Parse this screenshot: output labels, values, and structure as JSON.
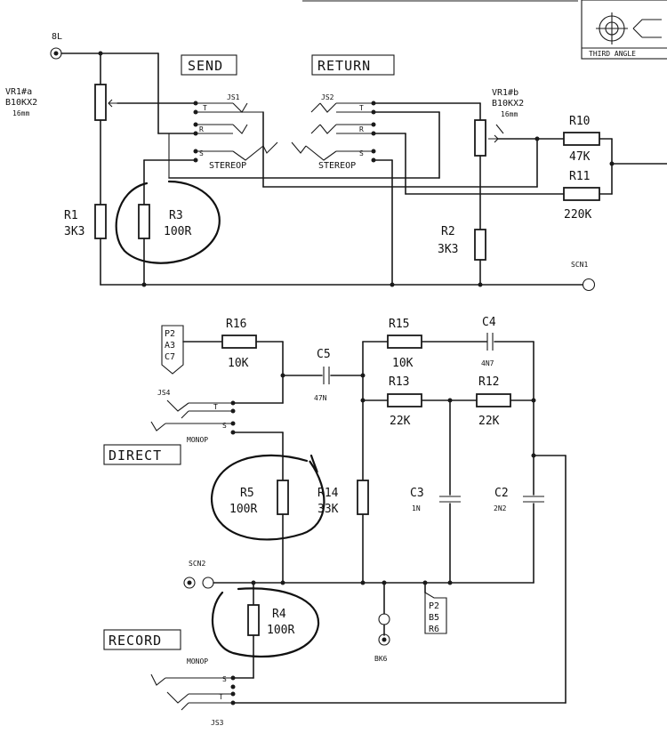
{
  "title_block": {
    "projection": "THIRD ANGLE"
  },
  "upper": {
    "input_tag": "8L",
    "vr1a": {
      "name": "VR1#a",
      "value": "B10KX2",
      "size": "16mm"
    },
    "vr1b": {
      "name": "VR1#b",
      "value": "B10KX2",
      "size": "16mm"
    },
    "send_label": "SEND",
    "return_label": "RETURN",
    "js1": "JS1",
    "js2": "JS2",
    "pin_t": "T",
    "pin_r": "R",
    "pin_s": "S",
    "stereo": "STEREOP",
    "r1": {
      "name": "R1",
      "value": "3K3"
    },
    "r2": {
      "name": "R2",
      "value": "3K3"
    },
    "r3": {
      "name": "R3",
      "value": "100R"
    },
    "r10": {
      "name": "R10",
      "value": "47K"
    },
    "r11": {
      "name": "R11",
      "value": "220K"
    },
    "scn1": "SCN1"
  },
  "lower": {
    "p2_top": [
      "P2",
      "A3",
      "C7"
    ],
    "p2_bottom": [
      "P2",
      "B5",
      "R6"
    ],
    "r16": {
      "name": "R16",
      "value": "10K"
    },
    "c5": {
      "name": "C5",
      "value": "47N"
    },
    "r15": {
      "name": "R15",
      "value": "10K"
    },
    "c4": {
      "name": "C4",
      "value": "4N7"
    },
    "r13": {
      "name": "R13",
      "value": "22K"
    },
    "r12": {
      "name": "R12",
      "value": "22K"
    },
    "js4": "JS4",
    "js3": "JS3",
    "mono": "MONOP",
    "direct_label": "DIRECT",
    "record_label": "RECORD",
    "r5": {
      "name": "R5",
      "value": "100R"
    },
    "r14": {
      "name": "R14",
      "value": "33K"
    },
    "c3": {
      "name": "C3",
      "value": "1N"
    },
    "c2": {
      "name": "C2",
      "value": "2N2"
    },
    "r4": {
      "name": "R4",
      "value": "100R"
    },
    "scn2": "SCN2",
    "bk6": "BK6"
  }
}
